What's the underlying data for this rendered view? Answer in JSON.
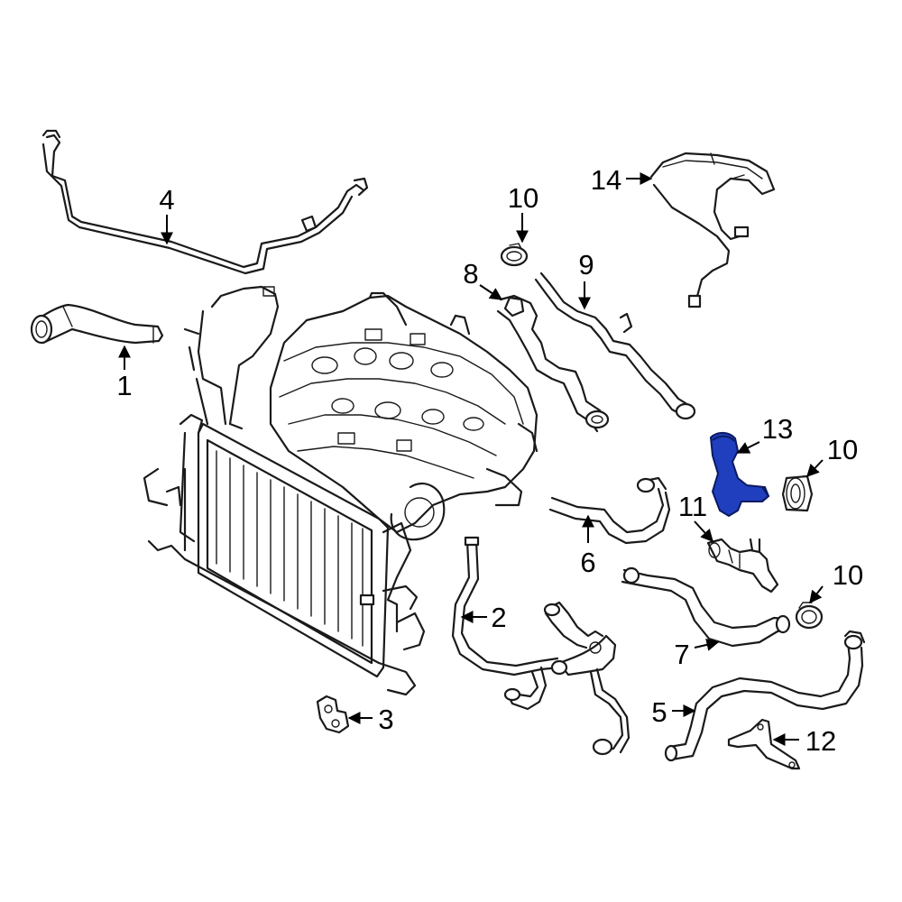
{
  "colors": {
    "line_art": "#1a1a1a",
    "highlight": "#1f3fbf",
    "background": "#ffffff"
  },
  "callouts": [
    {
      "id": "c1",
      "text": "1"
    },
    {
      "id": "c2",
      "text": "2"
    },
    {
      "id": "c3",
      "text": "3"
    },
    {
      "id": "c4",
      "text": "4"
    },
    {
      "id": "c5",
      "text": "5"
    },
    {
      "id": "c6",
      "text": "6"
    },
    {
      "id": "c7",
      "text": "7"
    },
    {
      "id": "c8",
      "text": "8"
    },
    {
      "id": "c9",
      "text": "9"
    },
    {
      "id": "c10a",
      "text": "10"
    },
    {
      "id": "c10b",
      "text": "10"
    },
    {
      "id": "c10c",
      "text": "10"
    },
    {
      "id": "c11",
      "text": "11"
    },
    {
      "id": "c12",
      "text": "12"
    },
    {
      "id": "c13",
      "text": "13"
    },
    {
      "id": "c14",
      "text": "14"
    }
  ],
  "highlighted_part": "13"
}
